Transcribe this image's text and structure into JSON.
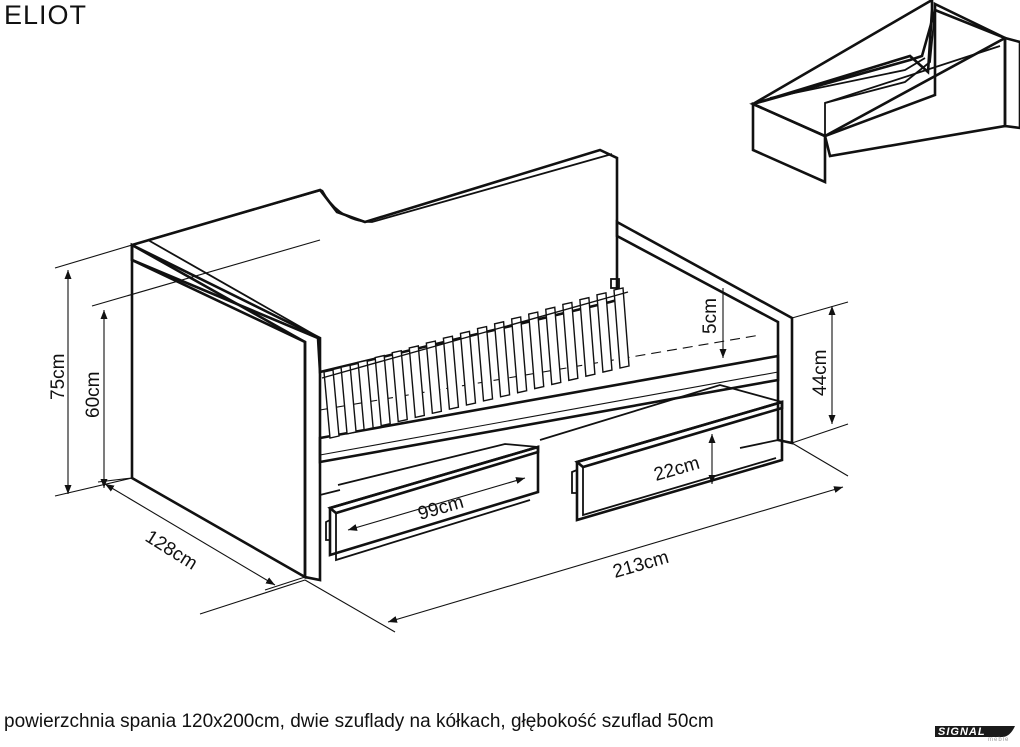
{
  "title": "ELIOT",
  "caption": "powierzchnia spania 120x200cm, dwie szuflady na kółkach, głębokość szuflad 50cm",
  "dimensions": {
    "total_height": "75cm",
    "bed_height": "60cm",
    "depth": "128cm",
    "length": "213cm",
    "mattress_gap": "5cm",
    "side_height": "44cm",
    "drawer_width": "99cm",
    "drawer_height": "22cm"
  },
  "brand": {
    "name": "SIGNAL",
    "sub": "meble",
    "logo_color": "#1a1a1a"
  }
}
